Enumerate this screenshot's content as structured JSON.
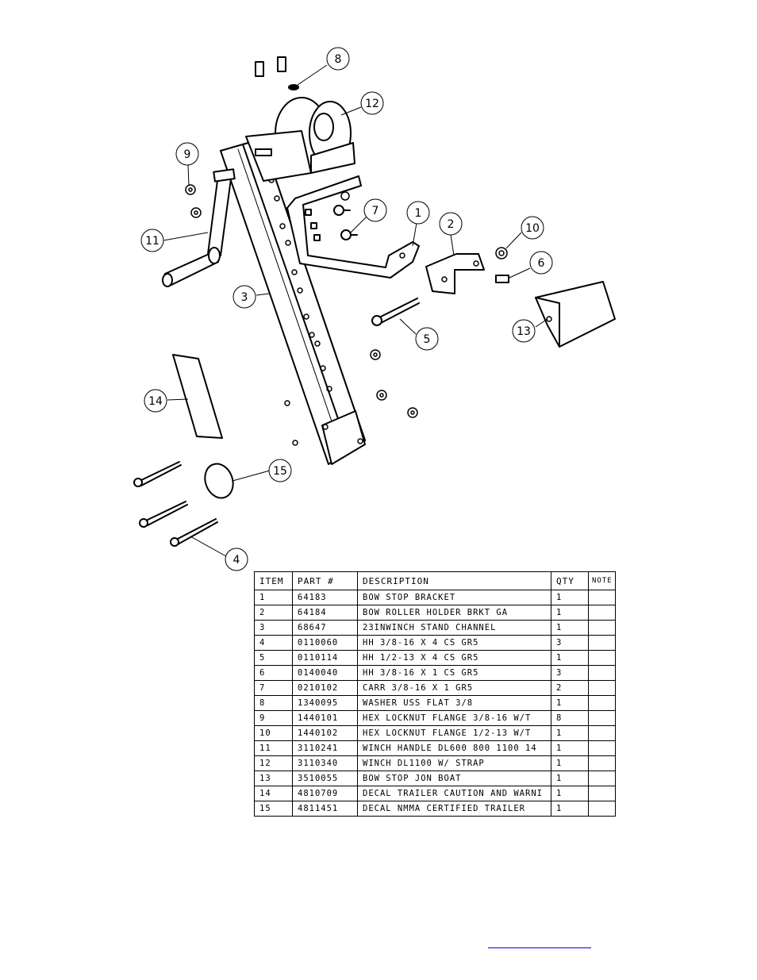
{
  "callouts": [
    "1",
    "2",
    "3",
    "4",
    "5",
    "6",
    "7",
    "8",
    "9",
    "10",
    "11",
    "12",
    "13",
    "14",
    "15"
  ],
  "table": {
    "headers": {
      "item": "ITEM",
      "part": "PART #",
      "desc": "DESCRIPTION",
      "qty": "QTY",
      "note": "NOTE"
    },
    "rows": [
      {
        "item": "1",
        "part": "64183",
        "desc": "BOW STOP BRACKET",
        "qty": "1",
        "note": ""
      },
      {
        "item": "2",
        "part": "64184",
        "desc": "BOW ROLLER HOLDER BRKT GA",
        "qty": "1",
        "note": ""
      },
      {
        "item": "3",
        "part": "68647",
        "desc": "23INWINCH STAND CHANNEL",
        "qty": "1",
        "note": ""
      },
      {
        "item": "4",
        "part": "0110060",
        "desc": "HH 3/8-16 X 4 CS GR5",
        "qty": "3",
        "note": ""
      },
      {
        "item": "5",
        "part": "0110114",
        "desc": "HH 1/2-13 X 4 CS GR5",
        "qty": "1",
        "note": ""
      },
      {
        "item": "6",
        "part": "0140040",
        "desc": "HH 3/8-16 X 1 CS GR5",
        "qty": "3",
        "note": ""
      },
      {
        "item": "7",
        "part": "0210102",
        "desc": "CARR 3/8-16 X 1 GR5",
        "qty": "2",
        "note": ""
      },
      {
        "item": "8",
        "part": "1340095",
        "desc": "WASHER USS FLAT 3/8",
        "qty": "1",
        "note": ""
      },
      {
        "item": "9",
        "part": "1440101",
        "desc": "HEX LOCKNUT FLANGE 3/8-16 W/T",
        "qty": "8",
        "note": ""
      },
      {
        "item": "10",
        "part": "1440102",
        "desc": "HEX LOCKNUT FLANGE 1/2-13 W/T",
        "qty": "1",
        "note": ""
      },
      {
        "item": "11",
        "part": "3110241",
        "desc": "WINCH HANDLE   DL600 800 1100 14",
        "qty": "1",
        "note": ""
      },
      {
        "item": "12",
        "part": "3110340",
        "desc": "WINCH DL1100 W/ STRAP",
        "qty": "1",
        "note": ""
      },
      {
        "item": "13",
        "part": "3510055",
        "desc": "BOW STOP   JON BOAT",
        "qty": "1",
        "note": ""
      },
      {
        "item": "14",
        "part": "4810709",
        "desc": "DECAL TRAILER CAUTION AND WARNI",
        "qty": "1",
        "note": ""
      },
      {
        "item": "15",
        "part": "4811451",
        "desc": "DECAL NMMA CERTIFIED TRAILER",
        "qty": "1",
        "note": ""
      }
    ]
  },
  "colors": {
    "line": "#000000",
    "link": "#0000ee"
  }
}
